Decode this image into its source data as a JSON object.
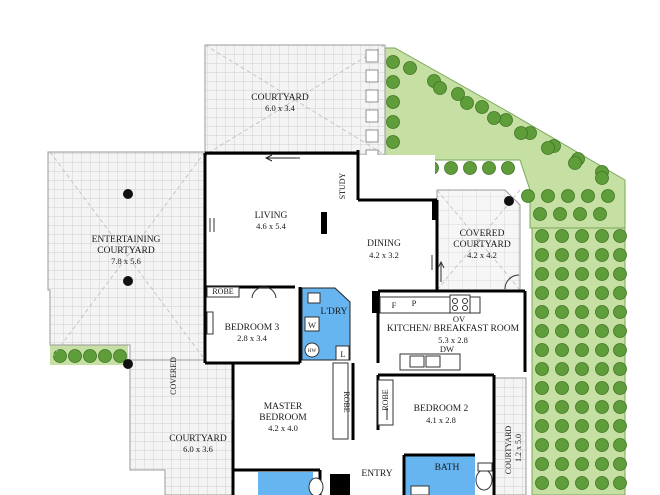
{
  "rooms": {
    "courtyard_top": {
      "name": "COURTYARD",
      "size": "6.0 x 3.4"
    },
    "entertaining": {
      "name_line1": "ENTERTAINING",
      "name_line2": "COURTYARD",
      "size": "7.8 x 5.6"
    },
    "living": {
      "name": "LIVING",
      "size": "4.6 x 5.4"
    },
    "study": {
      "name": "STUDY"
    },
    "dining": {
      "name": "DINING",
      "size": "4.2 x 3.2"
    },
    "covered_courtyard": {
      "name_line1": "COVERED",
      "name_line2": "COURTYARD",
      "size": "4.2 x 4.2"
    },
    "robe_b3": {
      "name": "ROBE"
    },
    "bedroom3": {
      "name": "BEDROOM 3",
      "size": "2.8 x 3.4"
    },
    "laundry": {
      "name": "L'DRY",
      "washer": "W",
      "linen": "L",
      "hot_water": "HW"
    },
    "kitchen": {
      "name": "KITCHEN/ BREAKFAST ROOM",
      "size": "5.3 x 2.8",
      "fridge": "F",
      "pantry": "P",
      "oven": "OV",
      "dishwasher": "DW"
    },
    "covered": {
      "name": "COVERED"
    },
    "master": {
      "name_line1": "MASTER",
      "name_line2": "BEDROOM",
      "size": "4.2 x 4.0",
      "robe": "ROBE"
    },
    "bedroom2": {
      "name": "BEDROOM 2",
      "size": "4.1 x 2.8",
      "robe": "ROBE"
    },
    "courtyard_side": {
      "name": "COURTYARD",
      "size": "1.2 x 5.0"
    },
    "courtyard_bottom": {
      "name": "COURTYARD",
      "size": "6.0 x 3.6"
    },
    "entry": {
      "name": "ENTRY"
    },
    "bath": {
      "name": "BATH"
    }
  },
  "colors": {
    "wall": "#000000",
    "wet_area": "#66b5f0",
    "lawn": "#c6e0a4",
    "shrub": "#5f9d3b",
    "paving_grid": "#bdbdbd",
    "paving_fill": "#f4f4f4"
  }
}
